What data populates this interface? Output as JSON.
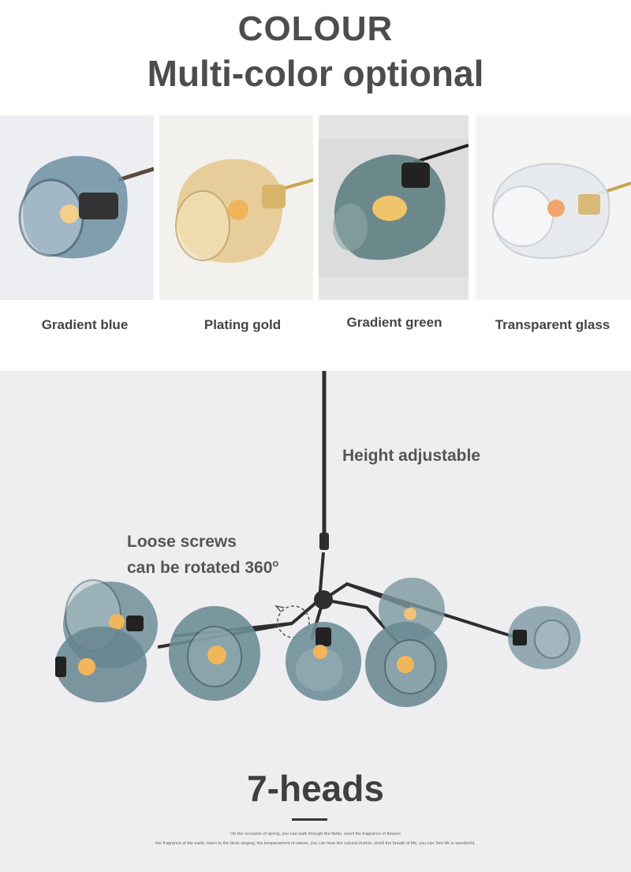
{
  "header": {
    "title": "COLOUR",
    "subtitle": "Multi-color optional"
  },
  "swatches": [
    {
      "label": "Gradient blue",
      "glass_color": "#6e8fa3",
      "bg": "#eceef2"
    },
    {
      "label": "Plating gold",
      "glass_color": "#e6c98f",
      "bg": "#f3f1ee"
    },
    {
      "label": "Gradient green",
      "glass_color": "#5e7f82",
      "bg": "#dcdcdc"
    },
    {
      "label": "Transparent glass",
      "glass_color": "#d7dbe0",
      "bg": "#f4f4f4"
    }
  ],
  "product": {
    "height_note": "Height adjustable",
    "rotation_note_line1": "Loose screws",
    "rotation_note_line2": "can be rotated 360",
    "rotation_degree_mark": "o",
    "heads_title": "7-heads",
    "footer_line1": "On the occasion of spring, you can walk through the fields, smell the fragrance of flowers",
    "footer_line2": "the fragrance of the earth, listen to the birds singing, the temperament of nature, you can hear the natural rhythm, smell the breath of life, you can See life is wonderful,"
  },
  "colors": {
    "heading": "#4d4d4d",
    "bottom_bg": "#eeedf0",
    "metal": "#2e2e2e",
    "glass_blue": "#6f8e98"
  }
}
